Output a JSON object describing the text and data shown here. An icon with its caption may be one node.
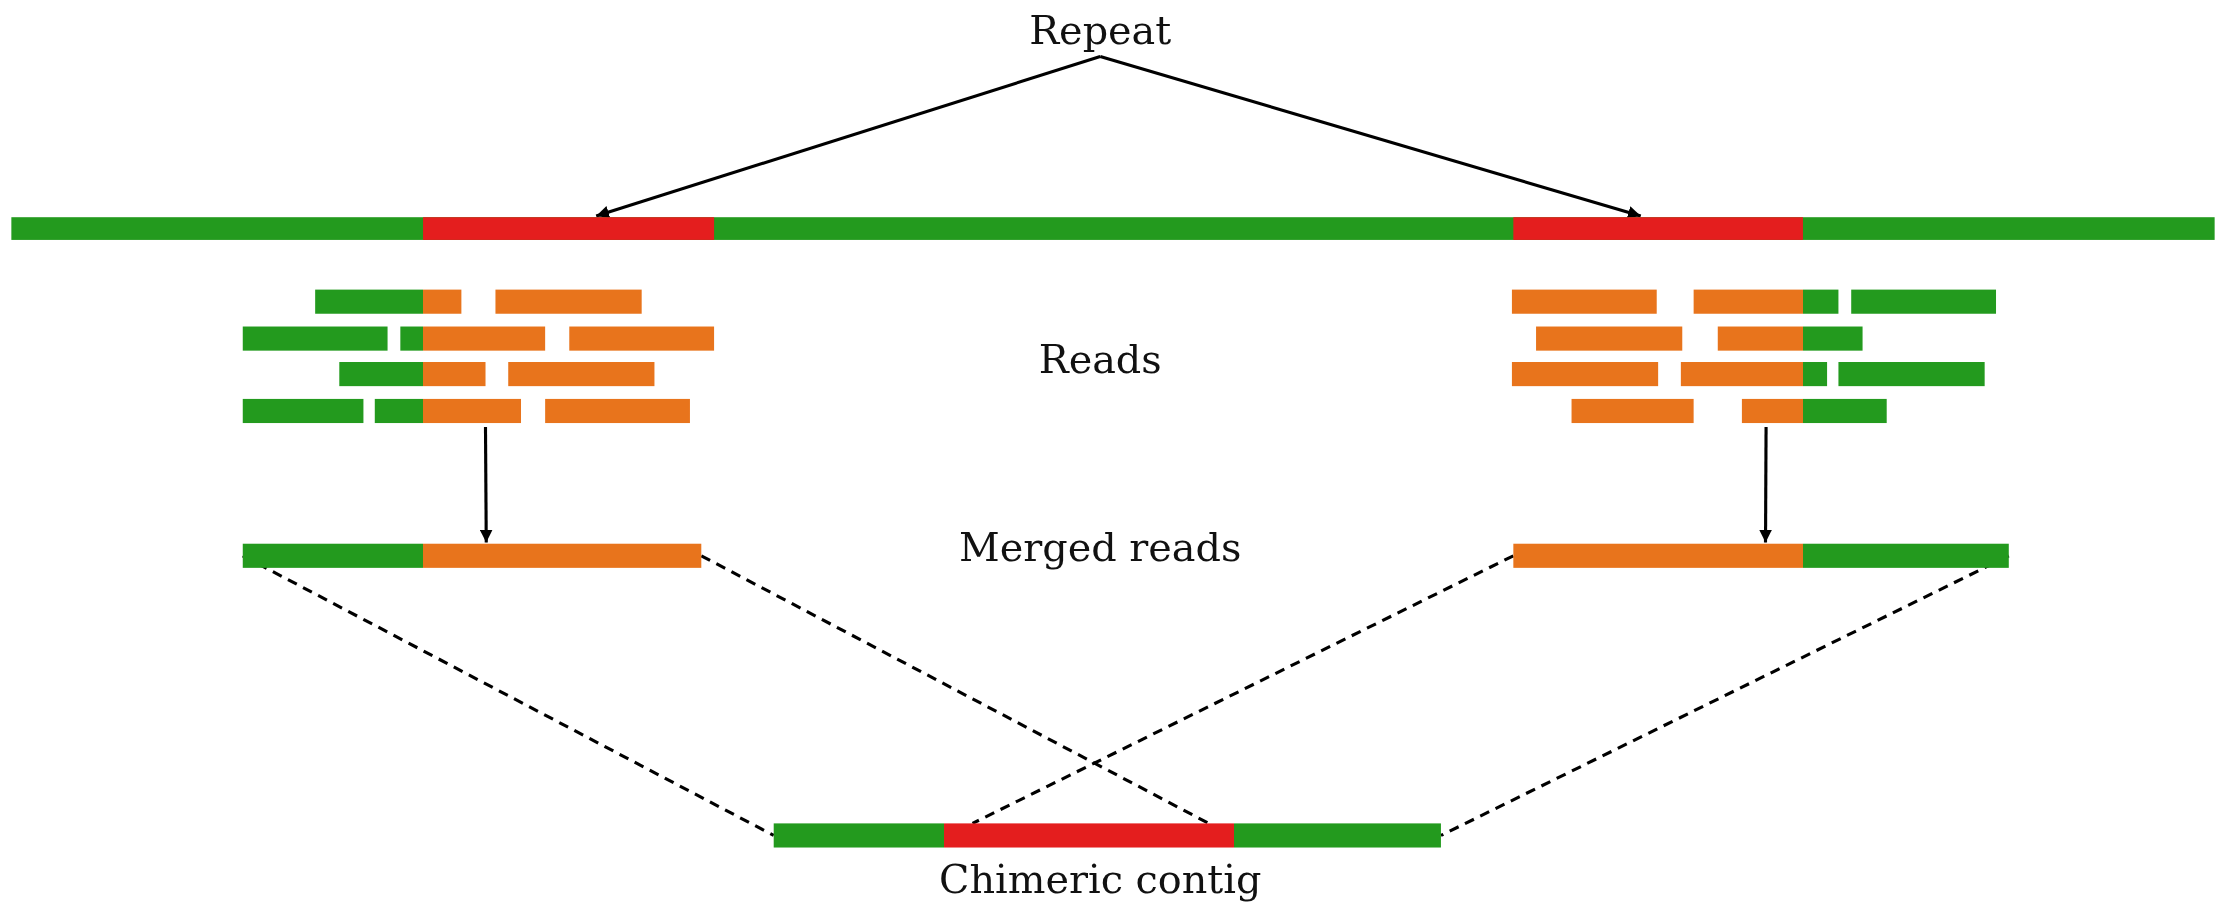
{
  "diagram": {
    "nodes": [
      {
        "text": [
          "Repeat"
        ]
      },
      {
        "text": [],
        "shape": "bar"
      },
      {
        "text": [],
        "shape": "bar"
      },
      {
        "text": [],
        "shape": "bar"
      },
      {
        "text": [],
        "shape": "bar"
      },
      {
        "text": [],
        "shape": "bar"
      },
      {
        "text": [],
        "shape": "bar"
      },
      {
        "text": [],
        "shape": "bar"
      }
    ],
    "edges": [
      {
        "from": 0,
        "to": 1,
        "arrow": "to"
      },
      {
        "from": 0,
        "to": 2,
        "arrow": "to"
      },
      {
        "from": 3,
        "to": 5,
        "arrow": "to"
      },
      {
        "from": 4,
        "to": 6,
        "arrow": "to"
      },
      {
        "from": 5,
        "to": 7,
        "arrow": "none",
        "style": "dashed"
      },
      {
        "from": 5,
        "to": 7,
        "arrow": "none",
        "style": "dashed"
      },
      {
        "from": 6,
        "to": 7,
        "arrow": "none",
        "style": "dashed"
      },
      {
        "from": 6,
        "to": 7,
        "arrow": "none",
        "style": "dashed"
      }
    ],
    "labels": [
      "Reads",
      "Merged reads",
      "Chimeric contig"
    ]
  }
}
